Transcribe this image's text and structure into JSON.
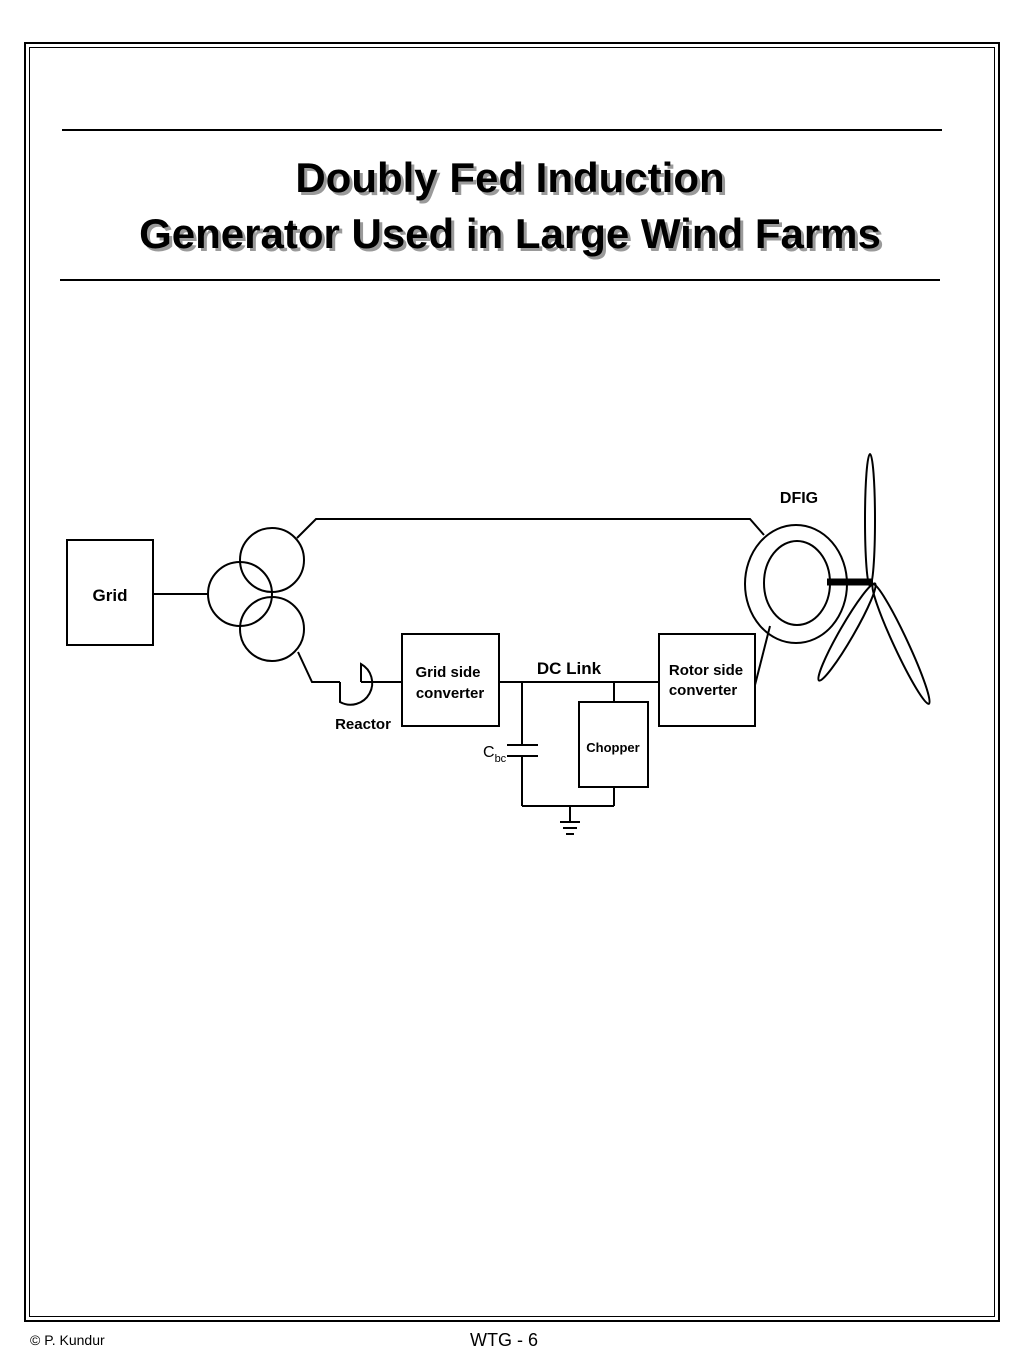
{
  "slide": {
    "title_line1": "Doubly Fed Induction",
    "title_line2": "Generator Used in Large Wind Farms"
  },
  "diagram": {
    "labels": {
      "grid": "Grid",
      "dfig": "DFIG",
      "reactor": "Reactor",
      "grid_side_converter_line1": "Grid side",
      "grid_side_converter_line2": "converter",
      "dc_link": "DC Link",
      "rotor_side_converter_line1": "Rotor side",
      "rotor_side_converter_line2": "converter",
      "chopper": "Chopper",
      "capacitor_main": "C",
      "capacitor_sub": "bc"
    }
  },
  "footer": {
    "copyright": "© P. Kundur",
    "page_number": "WTG -  6"
  }
}
